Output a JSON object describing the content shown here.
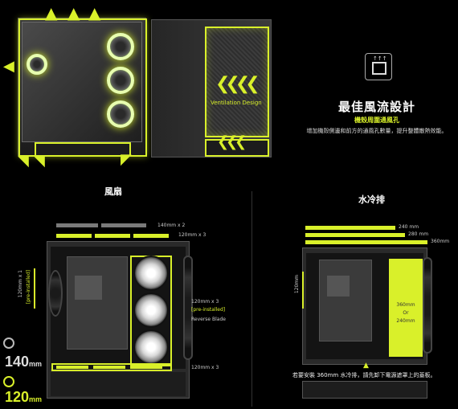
{
  "top": {
    "ventilation_label": "Ventilation Design"
  },
  "info": {
    "icon": "airflow-vent-icon",
    "title": "最佳風流設計",
    "subtitle": "機殼周圍通風孔",
    "description": "增加機殼側邊和前方的通風孔數量，提升整體散熱效能。"
  },
  "fans_section": {
    "title": "風扇",
    "bars": [
      {
        "label": "140mm x 2"
      },
      {
        "label": "120mm x 3"
      }
    ],
    "side_label_a": "120mm x 1",
    "side_label_b": "[pre-installed]",
    "front_label_a": "120mm x 3",
    "front_label_b": "[pre-installed]",
    "front_label_c": "Reverse Blade",
    "bottom_label": "120mm x 3",
    "size_140": "140",
    "size_120": "120",
    "unit": "mm"
  },
  "radiator_section": {
    "title": "水冷排",
    "bars": [
      {
        "label": "240 mm"
      },
      {
        "label": "280 mm"
      },
      {
        "label": "360mm"
      }
    ],
    "side_label": "120mm",
    "radiator_label_a": "360mm",
    "radiator_label_b": "Or",
    "radiator_label_c": "240mm",
    "note": "若要安裝 360mm 水冷排，請先卸下電源遮罩上的蓋板。"
  },
  "colors": {
    "accent": "#d9f02a",
    "background": "#000000"
  }
}
